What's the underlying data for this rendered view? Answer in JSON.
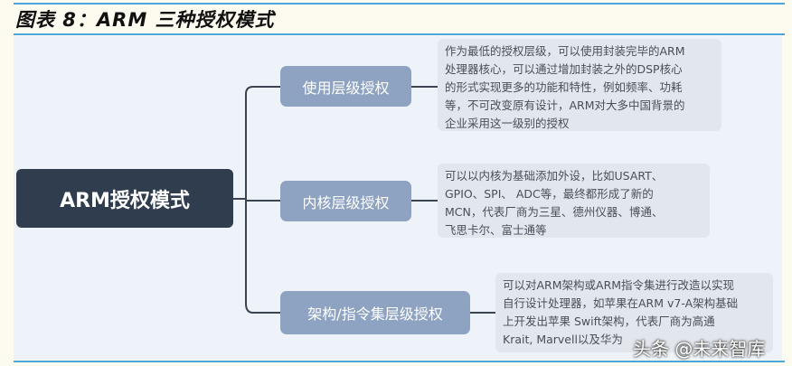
{
  "title": "图表 8：ARM 三种授权模式",
  "root": "ARM授权模式",
  "branches": [
    {
      "label": "使用层级授权",
      "desc": [
        "作为最低的授权层级，可以使用封装完毕的ARM",
        "处理器核心，可以通过增加封装之外的DSP核心",
        "的形式实现更多的功能和特性，例如频率、功耗",
        "等，不可改变原有设计，ARM对大多中国背景的",
        "企业采用这一级别的授权"
      ]
    },
    {
      "label": "内核层级授权",
      "desc": [
        "可以以内核为基础添加外设，比如USART、",
        "GPIO、SPI、 ADC等，最终都形成了新的",
        "MCN，代表厂商为三星、德州仪器、博通、",
        "飞思卡尔、富士通等"
      ]
    },
    {
      "label": "架构/指令集层级授权",
      "desc": [
        "可以对ARM架构或ARM指令集进行改造以实现",
        "自行设计处理器，如苹果在ARM v7-A架构基础",
        "上开发出苹果 Swift架构，代表厂商为高通",
        "Krait, Marvell以及华为"
      ]
    }
  ],
  "watermark": "头条 @未来智库",
  "colors": {
    "root": "#2f3d4f",
    "branch": "#8ea3c2",
    "desc_bg": "#e2e6ed",
    "panel": "#edf3f8",
    "rule": "#4aa6dc"
  }
}
